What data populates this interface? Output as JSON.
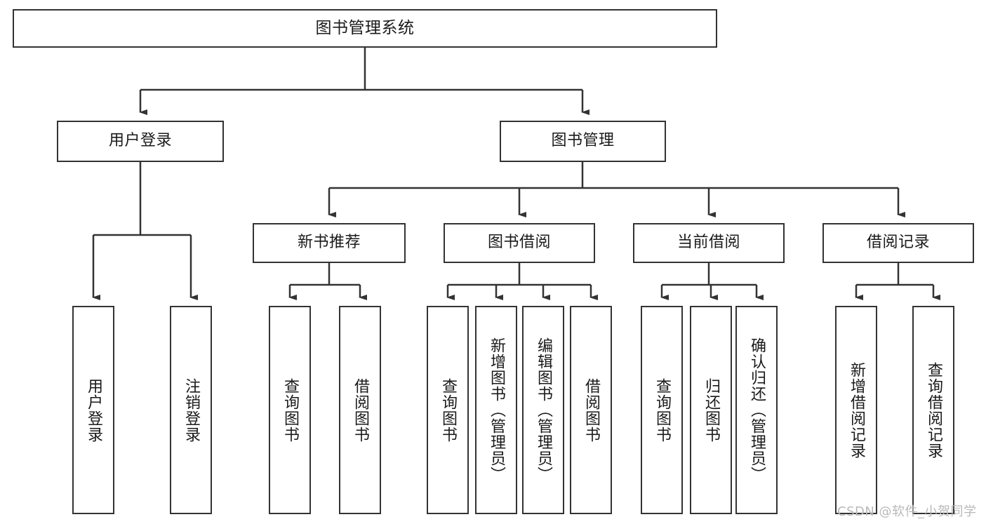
{
  "diagram": {
    "title": "图书管理系统",
    "type": "tree-hierarchy",
    "root": {
      "label": "图书管理系统"
    },
    "level1": [
      {
        "label": "用户登录"
      },
      {
        "label": "图书管理"
      }
    ],
    "level2": [
      {
        "label": "新书推荐"
      },
      {
        "label": "图书借阅"
      },
      {
        "label": "当前借阅"
      },
      {
        "label": "借阅记录"
      }
    ],
    "leaves": {
      "user_login": [
        {
          "label": "用户登录"
        },
        {
          "label": "注销登录"
        }
      ],
      "new_book_recommend": [
        {
          "label": "查询图书"
        },
        {
          "label": "借阅图书"
        }
      ],
      "book_borrow": [
        {
          "label": "查询图书"
        },
        {
          "label": "新增图书（管理员）"
        },
        {
          "label": "编辑图书（管理员）"
        },
        {
          "label": "借阅图书"
        }
      ],
      "current_borrow": [
        {
          "label": "查询图书"
        },
        {
          "label": "归还图书"
        },
        {
          "label": "确认归还（管理员）"
        }
      ],
      "borrow_record": [
        {
          "label": "新增借阅记录"
        },
        {
          "label": "查询借阅记录"
        }
      ]
    }
  },
  "watermark": {
    "text": "CSDN @软件_小贺同学"
  },
  "colors": {
    "border": "#333333",
    "background": "#ffffff",
    "text": "#1a1a1a",
    "watermark": "#b9b9b9"
  }
}
